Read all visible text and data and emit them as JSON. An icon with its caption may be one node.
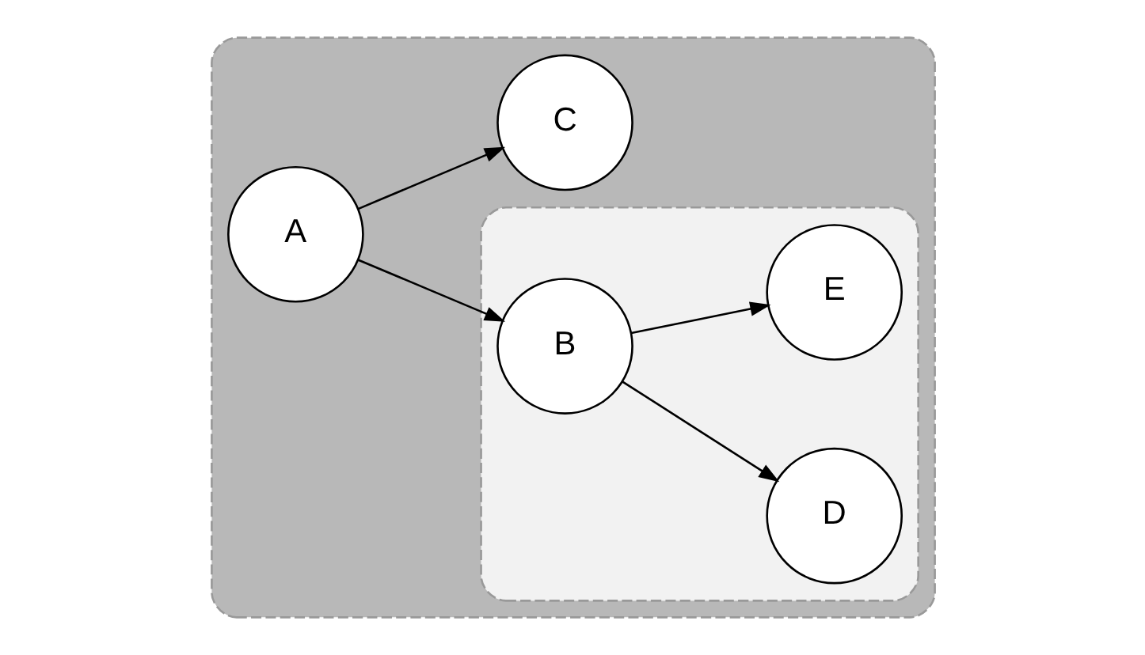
{
  "diagram": {
    "nodes": [
      {
        "text": [],
        "shape": "ellipse"
      },
      {
        "text": [],
        "shape": "ellipse",
        "in": 0
      },
      {
        "text": [
          "A"
        ],
        "in": 0
      },
      {
        "text": [
          "B"
        ],
        "in": 1
      },
      {
        "text": [
          "C"
        ],
        "in": 0
      },
      {
        "text": [
          "D"
        ],
        "in": 1
      },
      {
        "text": [
          "E"
        ],
        "in": 1
      }
    ],
    "edges": [
      {
        "from": 2,
        "to": 3,
        "arrow": "to"
      },
      {
        "from": 2,
        "to": 4,
        "arrow": "to"
      },
      {
        "from": 3,
        "to": 5,
        "arrow": "to"
      },
      {
        "from": 3,
        "to": 6,
        "arrow": "to"
      }
    ]
  }
}
